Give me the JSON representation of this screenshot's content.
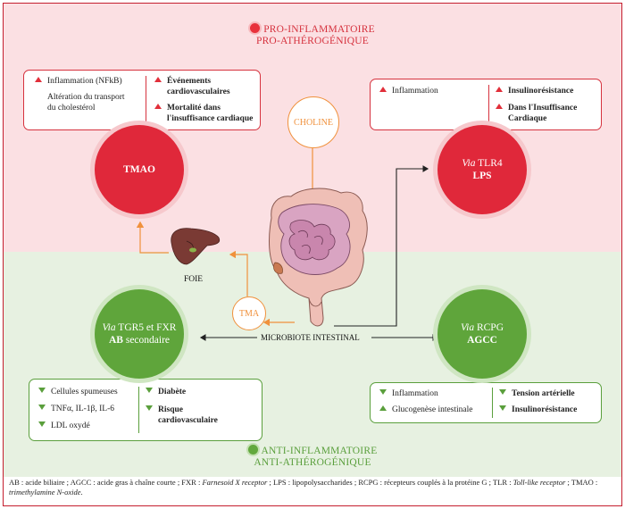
{
  "headers": {
    "pro": [
      "PRO-INFLAMMATOIRE",
      "PRO-ATHÉROGÉNIQUE"
    ],
    "anti": [
      "ANTI-INFLAMMATOIRE",
      "ANTI-ATHÉROGÉNIQUE"
    ]
  },
  "tmao_box": {
    "left": [
      "Inflammation (NFkB)",
      "Altération du transport",
      "du cholestérol"
    ],
    "right": [
      "Événements",
      "cardiovasculaires",
      "Mortalité dans",
      "l'insuffisance cardiaque"
    ]
  },
  "lps_box": {
    "left": [
      "Inflammation"
    ],
    "right": [
      "Insulinorésistance",
      "Dans l'Insuffisance",
      "Cardiaque"
    ]
  },
  "ab_box": {
    "left": [
      "Cellules spumeuses",
      "TNFα, IL-1β, IL-6",
      "LDL oxydé"
    ],
    "right": [
      "Diabète",
      "Risque",
      "cardiovasculaire"
    ]
  },
  "agcc_box": {
    "left": [
      "Inflammation",
      "Glucogenèse intestinale"
    ],
    "right": [
      "Tension artérielle",
      "Insulinorésistance"
    ]
  },
  "circles": {
    "tmao": "TMAO",
    "lps_via": "Via",
    "lps_rest": " TLR4",
    "lps_name": "LPS",
    "ab_via": "Via",
    "ab_rest": " TGR5 et FXR",
    "ab_name": "AB",
    "ab_suffix": " secondaire",
    "agcc_via": "Via",
    "agcc_rest": " RCPG",
    "agcc_name": "AGCC",
    "choline": "CHOLINE",
    "tma": "TMA"
  },
  "labels": {
    "foie": "FOIE",
    "microbiote": "MICROBIOTE INTESTINAL"
  },
  "caption": {
    "part1": "AB : acide biliaire ; AGCC : acide gras à chaîne courte ; FXR : ",
    "fxr": "Farnesoid X receptor",
    "part2": " ; LPS : lipopolysaccharides ; RCPG : récepteurs couplés à la protéine G ; TLR : ",
    "tlr": "Toll-like receptor",
    "part3": " ; TMAO : ",
    "tmao": "trimethylamine N-oxide",
    "part4": "."
  },
  "colors": {
    "red": "#e0283a",
    "green": "#5fa53b",
    "orange": "#f0913c",
    "pink_bg": "#fbe0e3",
    "green_bg": "#e7f1e1"
  }
}
